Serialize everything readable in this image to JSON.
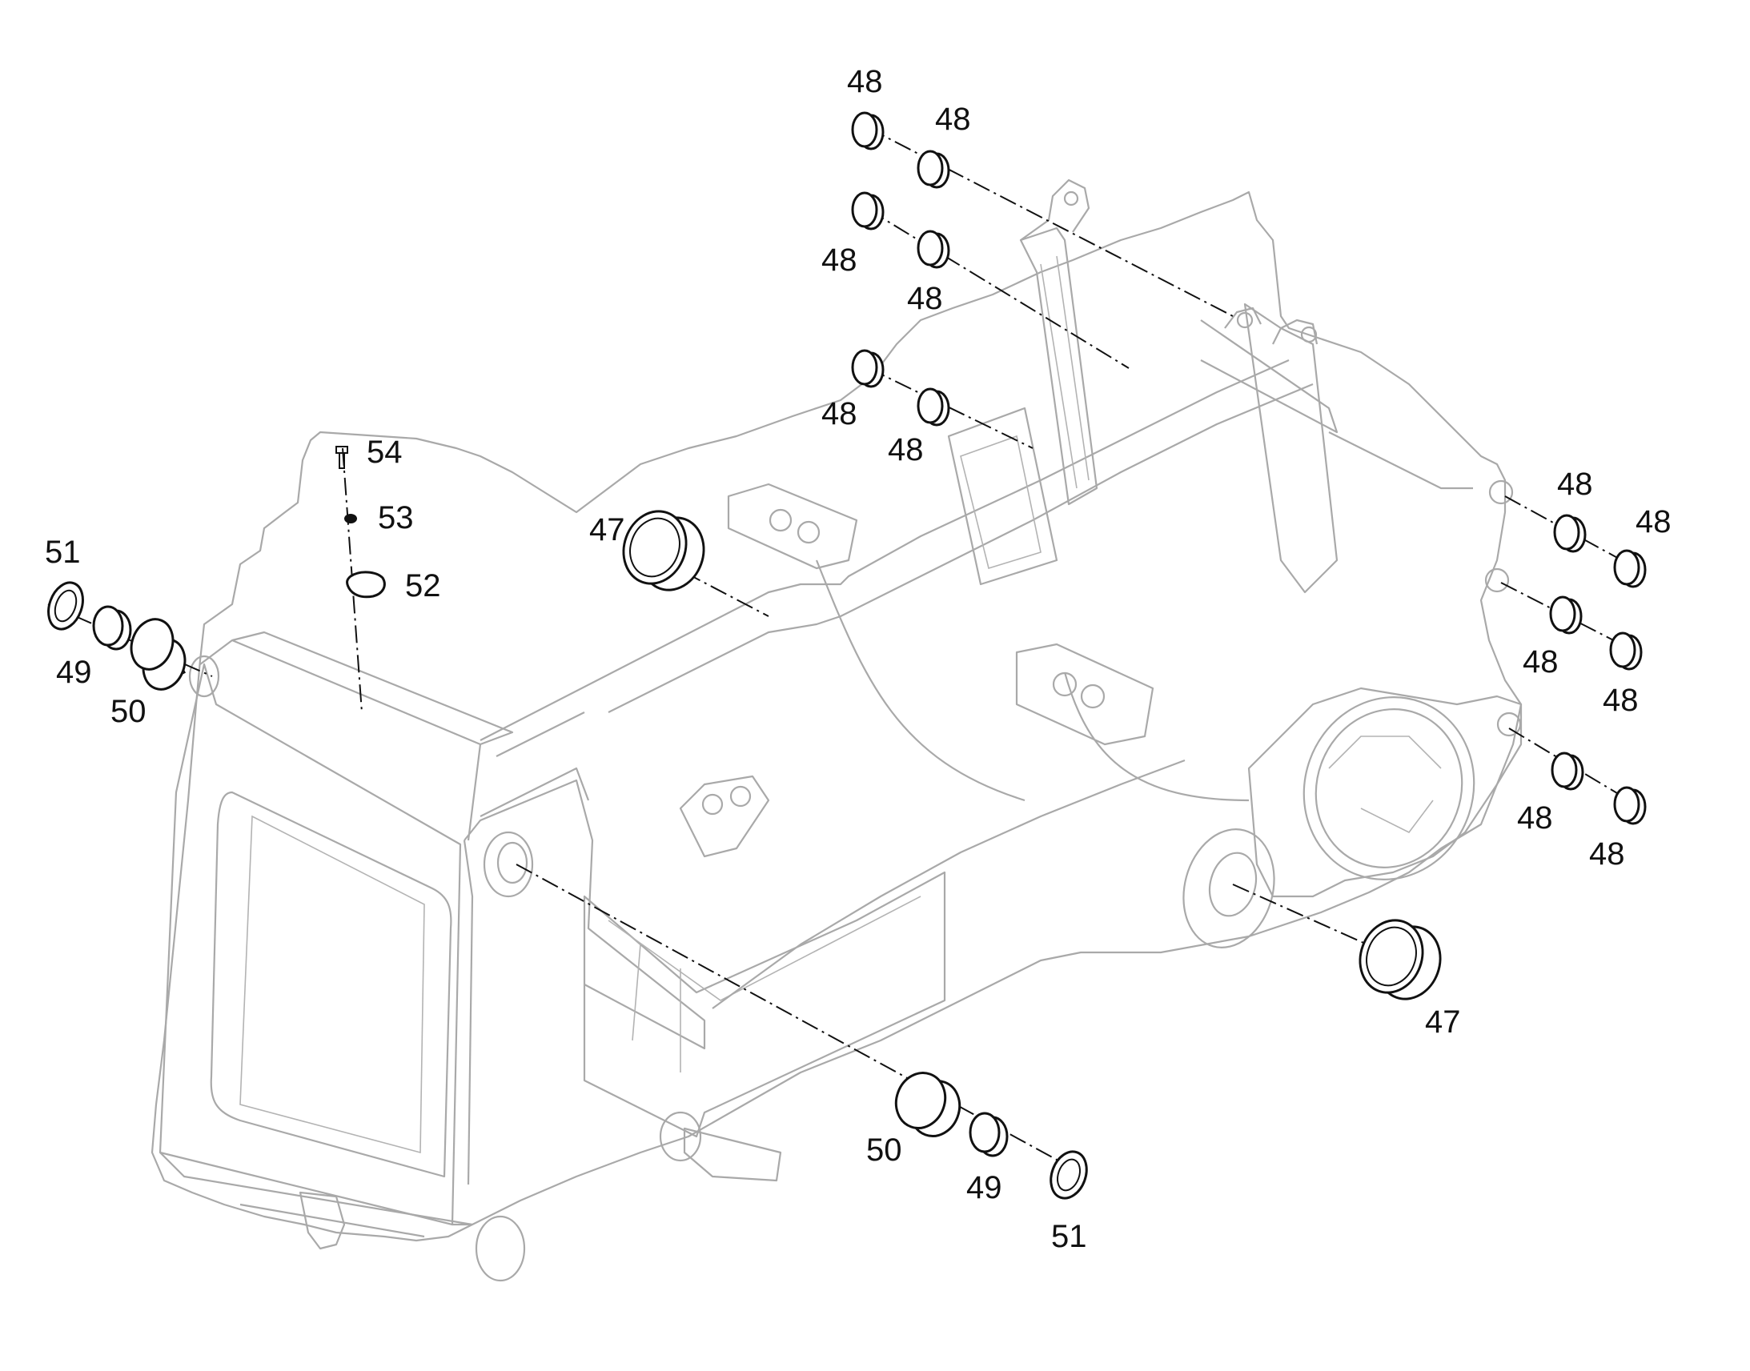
{
  "diagram": {
    "callouts": {
      "c47a": "47",
      "c47b": "47",
      "c48_1": "48",
      "c48_2": "48",
      "c48_3": "48",
      "c48_4": "48",
      "c48_5": "48",
      "c48_6": "48",
      "c48_7": "48",
      "c48_8": "48",
      "c48_9": "48",
      "c48_10": "48",
      "c48_11": "48",
      "c48_12": "48",
      "c49a": "49",
      "c49b": "49",
      "c50a": "50",
      "c50b": "50",
      "c51a": "51",
      "c51b": "51",
      "c52": "52",
      "c53": "53",
      "c54": "54"
    },
    "colors": {
      "frame_line": "#a9a9a9",
      "part_line": "#111111",
      "background": "#ffffff"
    }
  }
}
